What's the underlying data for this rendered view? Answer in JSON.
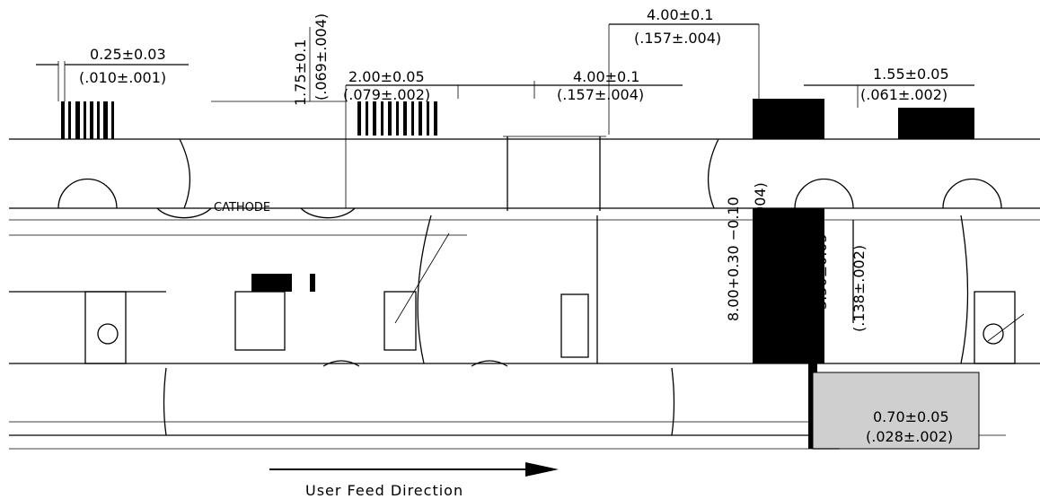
{
  "dimensions": {
    "d1_mm": "0.25±0.03",
    "d1_in": "(.010±.001)",
    "d2_mm": "1.75±0.1",
    "d2_in": "(.069±.004)",
    "d3_mm": "2.00±0.05",
    "d3_in": "(.079±.002)",
    "d4_mm": "4.00±0.1",
    "d4_in": "(.157±.004)",
    "d5_mm": "4.00±0.1",
    "d5_in": "(.157±.004)",
    "d6_mm": "1.55±0.05",
    "d6_in": "(.061±.002)",
    "d7_mm": "8.00+0.30 −0.10",
    "d7_in": "(0.315+0.012 −0.004)",
    "d8_mm": "3.50±0.05",
    "d8_in": "(.138±.002)",
    "d9_mm": "0.70±0.05",
    "d9_in": "(.028±.002)"
  },
  "labels": {
    "cathode": "CATHODE",
    "feed_direction": "User Feed Direction"
  }
}
